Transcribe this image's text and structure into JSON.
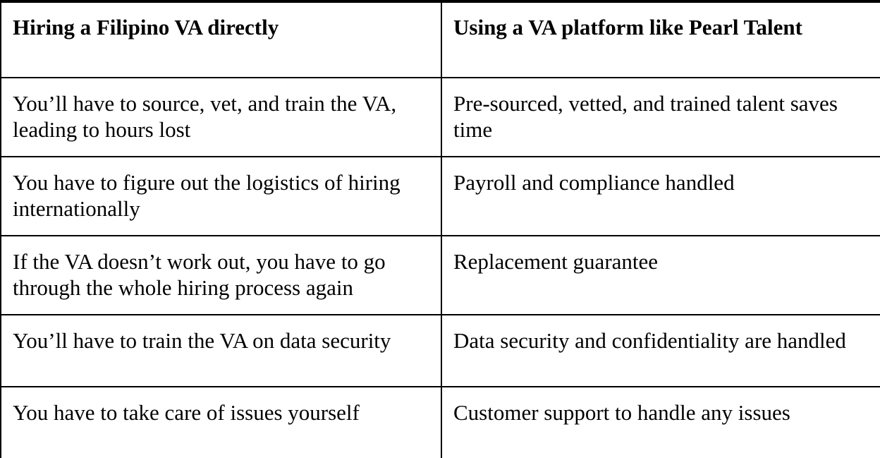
{
  "table": {
    "columns": [
      {
        "key": "direct",
        "header": "Hiring a Filipino VA directly"
      },
      {
        "key": "platform",
        "header": "Using a VA platform like Pearl Talent"
      }
    ],
    "rows": [
      {
        "direct": "You’ll have to source, vet, and train the VA, leading to hours lost",
        "platform": "Pre-sourced, vetted, and trained talent saves time"
      },
      {
        "direct": "You have to figure out the logistics of hiring internationally",
        "platform": "Payroll and compliance handled"
      },
      {
        "direct": "If the VA doesn’t work out, you have to go through the whole hiring process again",
        "platform": "Replacement guarantee"
      },
      {
        "direct": "You’ll have to train the VA on data security",
        "platform": "Data security and confidentiality are handled"
      },
      {
        "direct": "You have to take care of issues yourself",
        "platform": "Customer support to handle any issues"
      }
    ]
  },
  "style": {
    "text_color": "#000000",
    "background_color": "#ffffff",
    "border_color": "#000000"
  }
}
